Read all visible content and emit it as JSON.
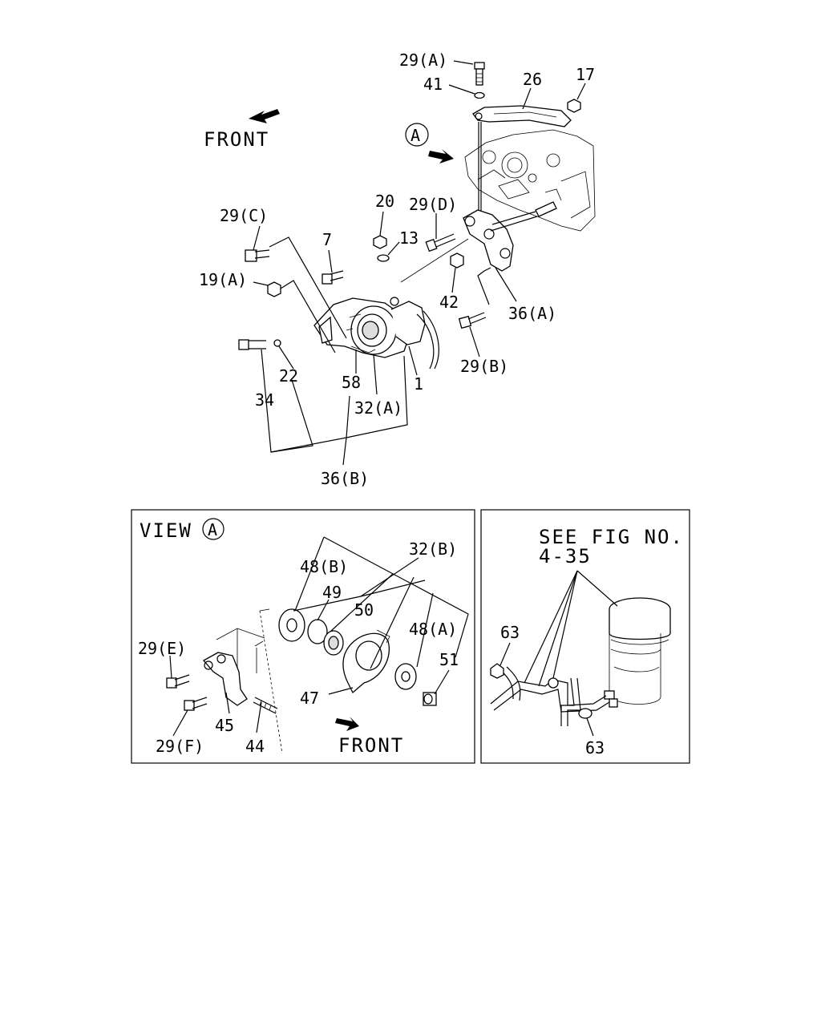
{
  "top_labels": {
    "front": "FRONT",
    "view_marker": "A",
    "l_29a": "29(A)",
    "l_41": "41",
    "l_26": "26",
    "l_17": "17",
    "l_20": "20",
    "l_29d": "29(D)",
    "l_13": "13",
    "l_29c": "29(C)",
    "l_7": "7",
    "l_19a": "19(A)",
    "l_42": "42",
    "l_36a": "36(A)",
    "l_29b": "29(B)",
    "l_22": "22",
    "l_58": "58",
    "l_1": "1",
    "l_34": "34",
    "l_32a": "32(A)",
    "l_36b": "36(B)"
  },
  "view_panel": {
    "title": "VIEW",
    "marker": "A",
    "front": "FRONT",
    "l_48b": "48(B)",
    "l_32b": "32(B)",
    "l_49": "49",
    "l_50": "50",
    "l_48a": "48(A)",
    "l_29e": "29(E)",
    "l_51": "51",
    "l_47": "47",
    "l_45": "45",
    "l_29f": "29(F)",
    "l_44": "44"
  },
  "ref_panel": {
    "see_text": "SEE FIG NO.",
    "fig_no": "4-35",
    "l_63_top": "63",
    "l_63_bottom": "63"
  }
}
